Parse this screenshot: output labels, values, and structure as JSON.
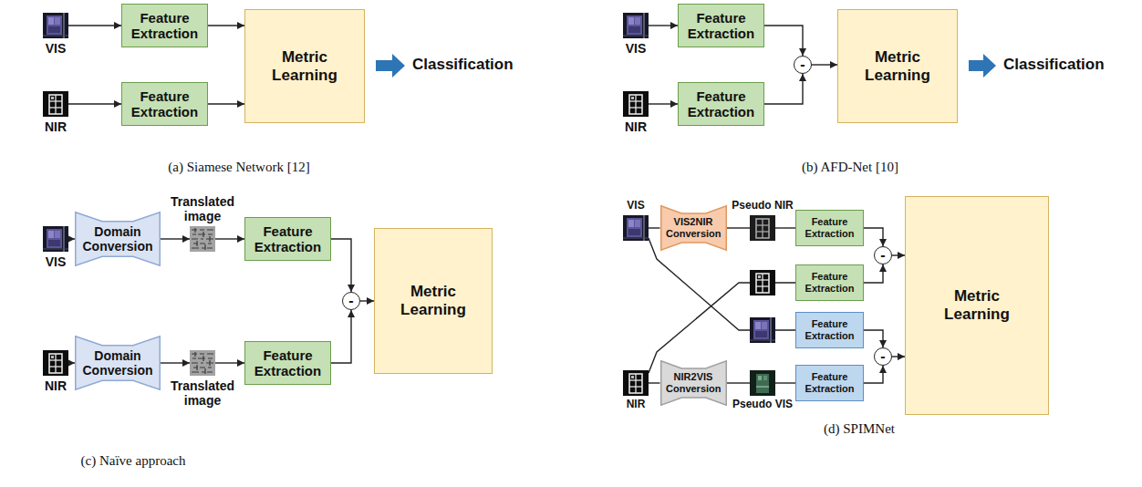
{
  "diagram": {
    "nodes": [
      {
        "text": [
          "VIS"
        ]
      },
      {
        "text": [
          "NIR"
        ]
      },
      {
        "text": [
          "Feature Extraction"
        ]
      },
      {
        "text": [
          "Feature Extraction"
        ]
      },
      {
        "text": [
          "Metric Learning"
        ]
      },
      {
        "text": [
          "VIS"
        ]
      },
      {
        "text": [
          "NIR"
        ]
      },
      {
        "text": [
          "Feature Extraction"
        ]
      },
      {
        "text": [
          "Feature Extraction"
        ]
      },
      {
        "text": [
          "-"
        ]
      },
      {
        "text": [
          "Metric Learning"
        ]
      },
      {
        "text": [
          "VIS"
        ]
      },
      {
        "text": [
          "Domain Conversion"
        ]
      },
      {
        "text": [
          "Translated image"
        ]
      },
      {
        "text": [
          "Feature Extraction"
        ]
      },
      {
        "text": [
          "NIR"
        ]
      },
      {
        "text": [
          "Domain Conversion"
        ]
      },
      {
        "text": [
          "Translated image"
        ]
      },
      {
        "text": [
          "Feature Extraction"
        ]
      },
      {
        "text": [
          "-"
        ]
      },
      {
        "text": [
          "Metric Learning"
        ]
      },
      {
        "text": [
          "VIS"
        ]
      },
      {
        "text": [
          "VIS2NIR Conversion"
        ]
      },
      {
        "text": [
          "Pseudo NIR"
        ]
      },
      {
        "text": [
          "Feature Extraction"
        ]
      },
      {
        "text": [
          "Feature Extraction"
        ]
      },
      {
        "text": [
          "Feature Extraction"
        ]
      },
      {
        "text": [
          "Feature Extraction"
        ]
      },
      {
        "text": [
          "NIR"
        ]
      },
      {
        "text": [
          "NIR2VIS Conversion"
        ]
      },
      {
        "text": [
          "Pseudo VIS"
        ]
      },
      {
        "text": [
          "-"
        ]
      },
      {
        "text": [
          "-"
        ]
      },
      {
        "text": [
          "Metric Learning"
        ]
      }
    ],
    "edges": [
      {
        "from": 0,
        "to": 2,
        "arrow": "to"
      },
      {
        "from": 1,
        "to": 3,
        "arrow": "to"
      },
      {
        "from": 2,
        "to": 4,
        "arrow": "to"
      },
      {
        "from": 3,
        "to": 4,
        "arrow": "to"
      },
      {
        "from": 5,
        "to": 7,
        "arrow": "to"
      },
      {
        "from": 6,
        "to": 8,
        "arrow": "to"
      },
      {
        "from": 7,
        "to": 9,
        "arrow": "to"
      },
      {
        "from": 8,
        "to": 9,
        "arrow": "to"
      },
      {
        "from": 9,
        "to": 10,
        "arrow": "to"
      },
      {
        "from": 11,
        "to": 12,
        "arrow": "to"
      },
      {
        "from": 12,
        "to": 13,
        "arrow": "to"
      },
      {
        "from": 13,
        "to": 14,
        "arrow": "to"
      },
      {
        "from": 15,
        "to": 16,
        "arrow": "to"
      },
      {
        "from": 16,
        "to": 17,
        "arrow": "to"
      },
      {
        "from": 17,
        "to": 18,
        "arrow": "to"
      },
      {
        "from": 14,
        "to": 19,
        "arrow": "to"
      },
      {
        "from": 18,
        "to": 19,
        "arrow": "to"
      },
      {
        "from": 19,
        "to": 20,
        "arrow": "to"
      },
      {
        "from": 21,
        "to": 22,
        "arrow": "none"
      },
      {
        "from": 22,
        "to": 23,
        "arrow": "none"
      },
      {
        "from": 23,
        "to": 24,
        "arrow": "none"
      },
      {
        "from": 21,
        "to": 26,
        "arrow": "none"
      },
      {
        "from": 28,
        "to": 29,
        "arrow": "none"
      },
      {
        "from": 29,
        "to": 30,
        "arrow": "none"
      },
      {
        "from": 30,
        "to": 27,
        "arrow": "none"
      },
      {
        "from": 28,
        "to": 25,
        "arrow": "none"
      },
      {
        "from": 24,
        "to": 31,
        "arrow": "to"
      },
      {
        "from": 25,
        "to": 31,
        "arrow": "to"
      },
      {
        "from": 26,
        "to": 32,
        "arrow": "to"
      },
      {
        "from": 27,
        "to": 32,
        "arrow": "to"
      },
      {
        "from": 31,
        "to": 33,
        "arrow": "to"
      },
      {
        "from": 32,
        "to": 33,
        "arrow": "to"
      }
    ],
    "labels": [
      "Classification",
      "Classification",
      "(a) Siamese Network [12]",
      "(b) AFD-Net [10]",
      "(c) Naïve approach",
      "(d) SPIMNet"
    ]
  }
}
